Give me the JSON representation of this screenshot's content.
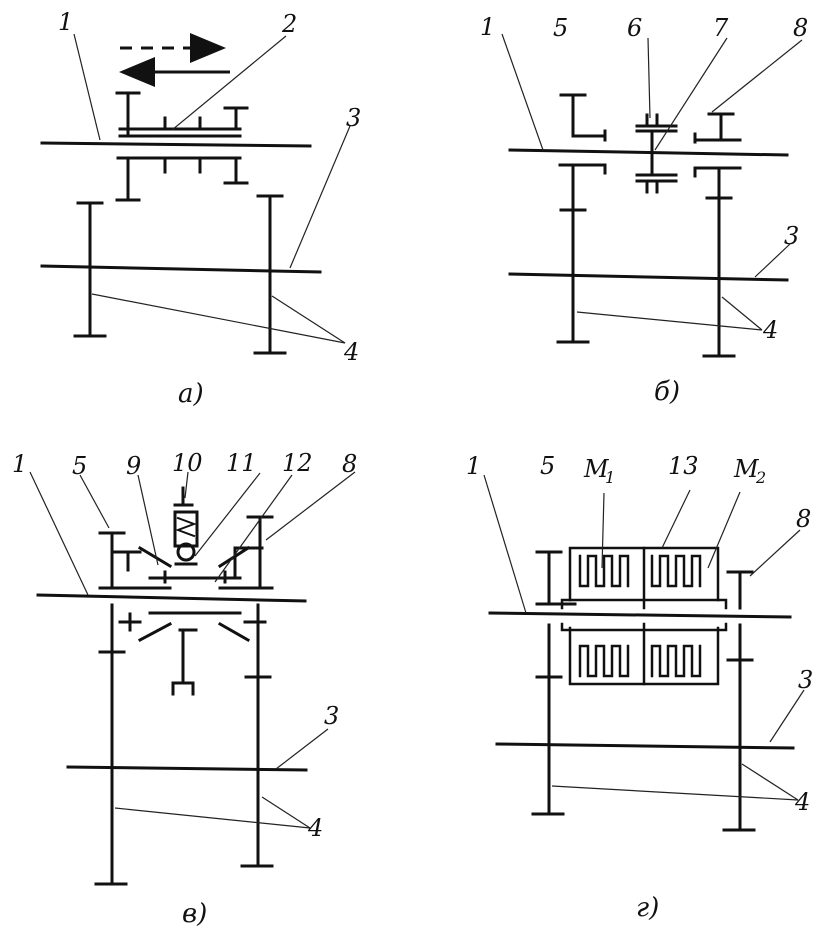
{
  "panels": [
    {
      "caption": "а)",
      "labels": {
        "l1": "1",
        "l2": "2",
        "l3": "3",
        "l4": "4"
      }
    },
    {
      "caption": "б)",
      "labels": {
        "l1": "1",
        "l5": "5",
        "l6": "6",
        "l7": "7",
        "l8": "8",
        "l3": "3",
        "l4": "4"
      }
    },
    {
      "caption": "в)",
      "labels": {
        "l1": "1",
        "l5": "5",
        "l9": "9",
        "l10": "10",
        "l11": "11",
        "l12": "12",
        "l8": "8",
        "l3": "3",
        "l4": "4"
      }
    },
    {
      "caption": "г)",
      "labels": {
        "l1": "1",
        "l5": "5",
        "m1": "M",
        "m1sub": "1",
        "l13": "13",
        "m2": "M",
        "m2sub": "2",
        "l8": "8",
        "l3": "3",
        "l4": "4"
      }
    }
  ]
}
